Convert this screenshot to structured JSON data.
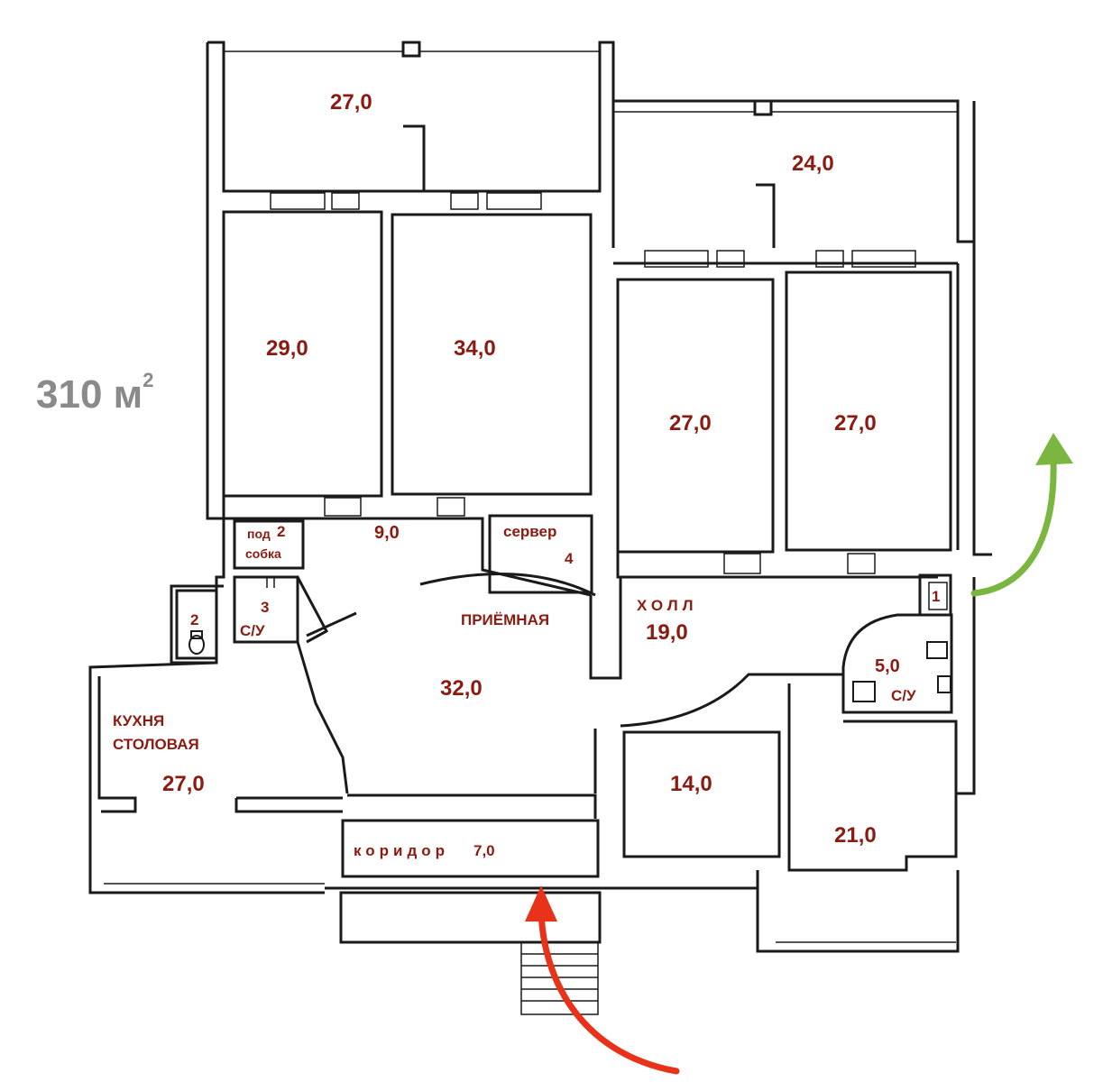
{
  "total_area": {
    "value": "310 м",
    "sup": "2"
  },
  "rooms": [
    {
      "area": "27,0"
    },
    {
      "area": "24,0"
    },
    {
      "area": "29,0"
    },
    {
      "area": "34,0"
    },
    {
      "area": "27,0"
    },
    {
      "area": "27,0"
    },
    {
      "area": "9,0"
    },
    {
      "label": "сервер",
      "area": "4"
    },
    {
      "label_top": "под",
      "label_bottom": "собка",
      "area": "2"
    },
    {
      "area": "3",
      "label": "С/У"
    },
    {
      "area": "2"
    },
    {
      "area": "1"
    },
    {
      "label": "ПРИЁМНАЯ",
      "area": "32,0"
    },
    {
      "label": "ХОЛЛ",
      "area": "19,0"
    },
    {
      "area": "5,0",
      "label": "С/У"
    },
    {
      "label_line1": "КУХНЯ",
      "label_line2": "СТОЛОВАЯ",
      "area": "27,0"
    },
    {
      "area": "14,0"
    },
    {
      "area": "21,0"
    },
    {
      "label": "коридор",
      "area": "7,0"
    }
  ],
  "colors": {
    "label": "#8b1a10",
    "total": "#8a8a8a",
    "wall": "#1a1a1a",
    "entrance_arrow": "#e8321a",
    "exit_arrow": "#7ab640"
  },
  "icons": [
    "entrance-arrow-icon",
    "exit-arrow-icon",
    "toilet-icon",
    "sink-icon"
  ]
}
